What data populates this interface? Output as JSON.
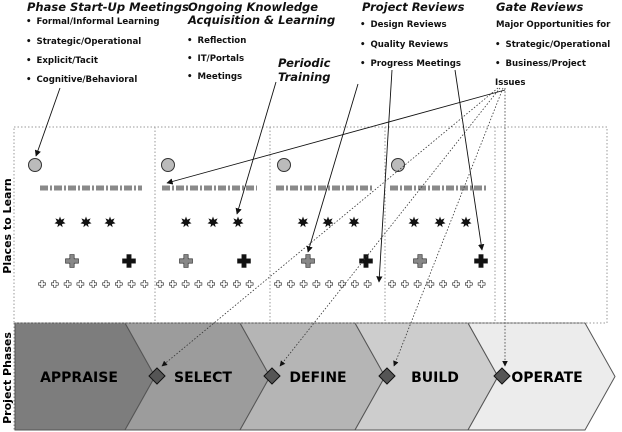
{
  "headers": [
    {
      "title": "Phase Start-Up Meetings",
      "lines": [],
      "items": [
        "Formal/Informal Learning",
        "Strategic/Operational",
        "Explicit/Tacit",
        "Cognitive/Behavioral"
      ]
    },
    {
      "title": "Ongoing Knowledge",
      "title2": "Acquisition & Learning",
      "lines": [],
      "items": [
        "Reflection",
        "IT/Portals",
        "Meetings"
      ]
    },
    {
      "title": "Periodic",
      "title2": "Training",
      "lines": [],
      "items": []
    },
    {
      "title": "Project Reviews",
      "lines": [],
      "items": [
        "Design Reviews",
        "Quality Reviews",
        "Progress Meetings"
      ]
    },
    {
      "title": "Gate Reviews",
      "lines": [
        "Major Opportunities for"
      ],
      "items": [
        "Strategic/Operational",
        "Business/Project",
        "Issues"
      ]
    }
  ],
  "side_labels": {
    "places": "Places  to Learn",
    "phases": "Project Phases"
  },
  "phases": [
    "APPRAISE",
    "SELECT",
    "DEFINE",
    "BUILD",
    "OPERATE"
  ],
  "colors": {
    "phase_fills": [
      "#7d7d7d",
      "#9c9c9c",
      "#b5b5b5",
      "#cdcdcd",
      "#ececec"
    ],
    "circle_fill": "#bbbbbb",
    "marker_dark": "#111111",
    "marker_grey": "#888888",
    "diamond_fill": "#555555"
  },
  "icons": [
    "circle-icon",
    "dash-bar-icon",
    "starburst-icon",
    "cross-icon",
    "small-cross-icon",
    "diamond-icon"
  ]
}
